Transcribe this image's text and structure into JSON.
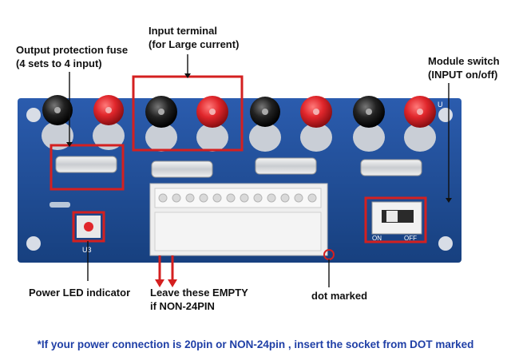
{
  "labels": {
    "input_terminal_1": "Input terminal",
    "input_terminal_2": "(for Large current)",
    "fuse_1": "Output protection fuse",
    "fuse_2": "(4 sets to 4 input)",
    "module_switch_1": "Module switch",
    "module_switch_2": "(INPUT on/off)",
    "power_led": "Power LED indicator",
    "leave_empty_1": "Leave these EMPTY",
    "leave_empty_2": "if NON-24PIN",
    "dot_marked": "dot marked"
  },
  "note": "*If your power connection is 20pin or NON-24pin , insert the socket from DOT marked",
  "board": {
    "led_label": "U3",
    "switch_off": "OFF",
    "switch_on": "ON",
    "corner_label": "U"
  },
  "colors": {
    "board": "#1f4f9e",
    "highlight": "#d42020",
    "note_text": "#1f3fa6",
    "red_post": "#e0262b",
    "black_post": "#1a1a1a"
  }
}
